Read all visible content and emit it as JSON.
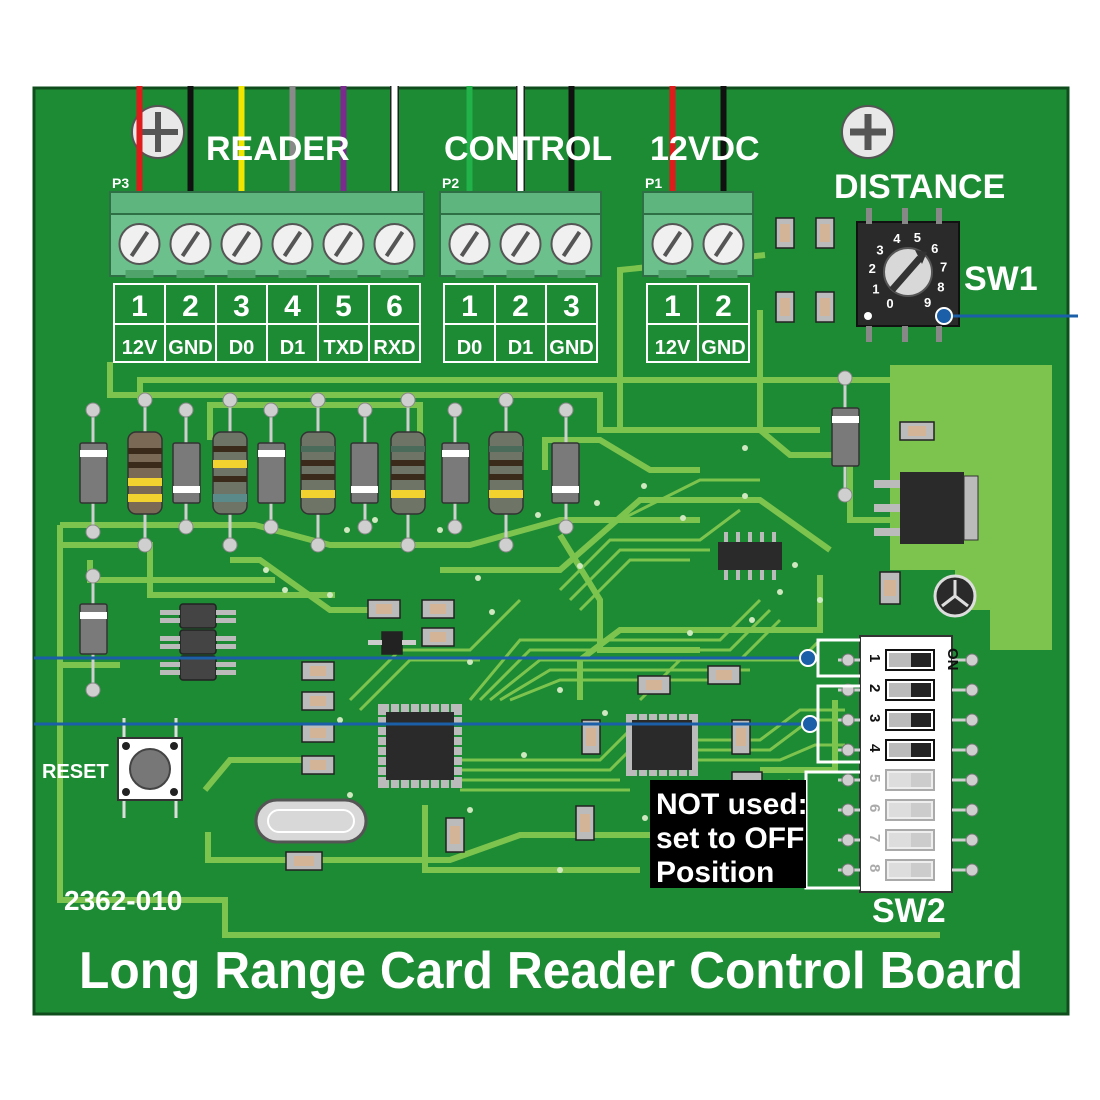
{
  "board": {
    "title": "Long Range Card Reader Control Board",
    "part_number": "2362-010",
    "reset_label": "RESET",
    "distance_label": "DISTANCE",
    "sw1_label": "SW1",
    "sw2_label": "SW2",
    "on_label": "ON",
    "note_lines": [
      "NOT used:",
      "set to OFF",
      "Position"
    ],
    "colors": {
      "board": "#1d8a34",
      "trace": "#7dc44e",
      "terminal": "#5fb57e",
      "callout": "#1a5fa8"
    }
  },
  "connectors": [
    {
      "id": "P3",
      "name": "READER",
      "pins": [
        {
          "num": "1",
          "label": "12V",
          "wire": "#e01b1b"
        },
        {
          "num": "2",
          "label": "GND",
          "wire": "#111111"
        },
        {
          "num": "3",
          "label": "D0",
          "wire": "#f2e600"
        },
        {
          "num": "4",
          "label": "D1",
          "wire": "#8a8a8a"
        },
        {
          "num": "5",
          "label": "TXD",
          "wire": "#7b2a8e"
        },
        {
          "num": "6",
          "label": "RXD",
          "wire": "#ffffff"
        }
      ]
    },
    {
      "id": "P2",
      "name": "CONTROL",
      "pins": [
        {
          "num": "1",
          "label": "D0",
          "wire": "#22b24a"
        },
        {
          "num": "2",
          "label": "D1",
          "wire": "#ffffff"
        },
        {
          "num": "3",
          "label": "GND",
          "wire": "#111111"
        }
      ]
    },
    {
      "id": "P1",
      "name": "12VDC",
      "pins": [
        {
          "num": "1",
          "label": "12V",
          "wire": "#e01b1b"
        },
        {
          "num": "2",
          "label": "GND",
          "wire": "#111111"
        }
      ]
    }
  ],
  "sw1_dial": [
    "0",
    "1",
    "2",
    "3",
    "4",
    "5",
    "6",
    "7",
    "8",
    "9"
  ],
  "sw2_switches": [
    "1",
    "2",
    "3",
    "4",
    "5",
    "6",
    "7",
    "8"
  ]
}
